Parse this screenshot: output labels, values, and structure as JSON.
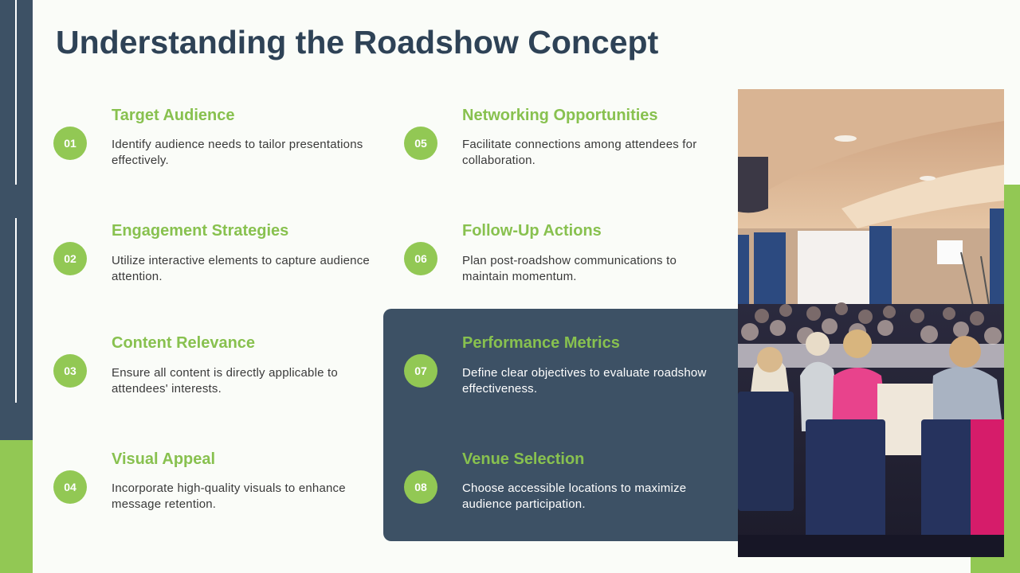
{
  "slide": {
    "title": "Understanding the Roadshow Concept",
    "colors": {
      "navy": "#3d5165",
      "green": "#92c854",
      "heading_green": "#88c14f",
      "title": "#2e4256"
    }
  },
  "items": [
    {
      "number": "01",
      "heading": "Target Audience",
      "description": "Identify audience needs to tailor presentations effectively."
    },
    {
      "number": "02",
      "heading": "Engagement Strategies",
      "description": "Utilize interactive elements to capture audience attention."
    },
    {
      "number": "03",
      "heading": "Content Relevance",
      "description": "Ensure all content is directly applicable to attendees' interests."
    },
    {
      "number": "04",
      "heading": "Visual Appeal",
      "description": "Incorporate high-quality visuals to enhance message retention."
    },
    {
      "number": "05",
      "heading": "Networking Opportunities",
      "description": "Facilitate connections among attendees for collaboration."
    },
    {
      "number": "06",
      "heading": "Follow-Up Actions",
      "description": "Plan post-roadshow communications to maintain momentum."
    },
    {
      "number": "07",
      "heading": "Performance Metrics",
      "description": "Define clear objectives to evaluate roadshow effectiveness."
    },
    {
      "number": "08",
      "heading": "Venue Selection",
      "description": "Choose accessible locations to maximize audience participation."
    }
  ]
}
